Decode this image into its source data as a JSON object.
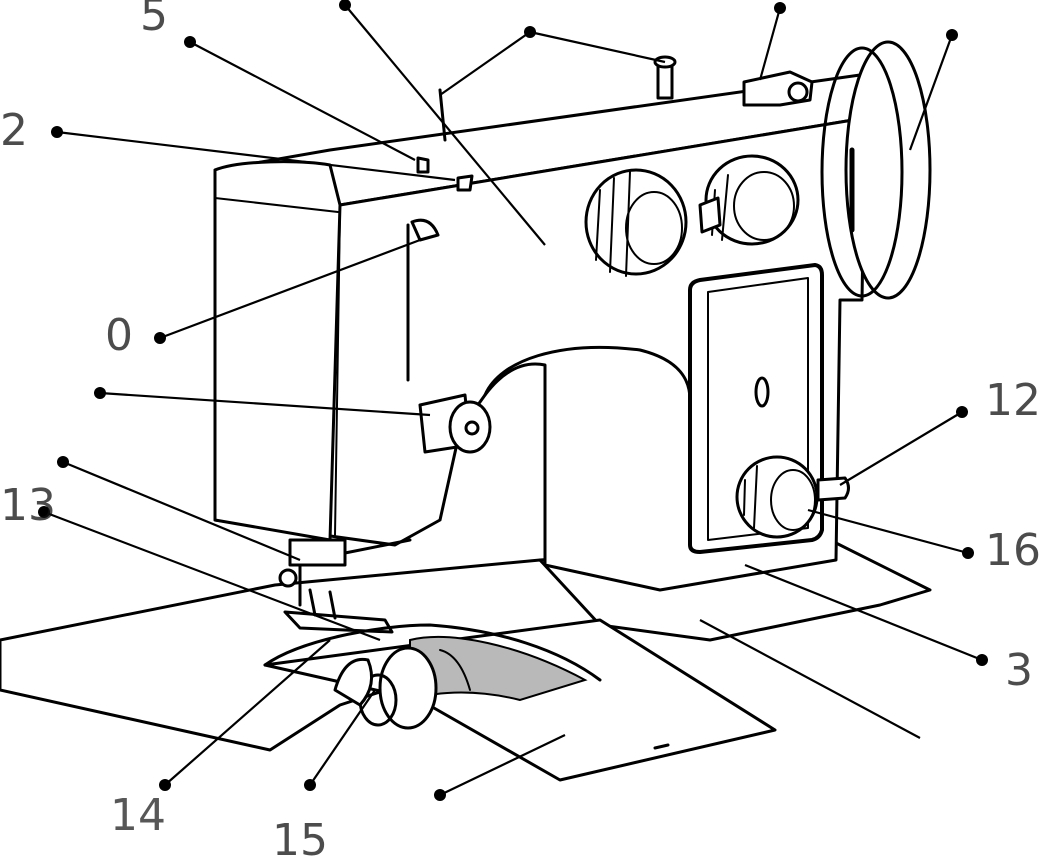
{
  "colors": {
    "ink": "#000000",
    "paper": "#ffffff",
    "shade": "#b9b9b9"
  },
  "labels": [
    {
      "id": "pointer-top-left-1",
      "text": "5"
    },
    {
      "id": "pointer-top-left-2",
      "text": ""
    },
    {
      "id": "pointer-thread-guide",
      "text": ""
    },
    {
      "id": "pointer-spool-pin",
      "text": ""
    },
    {
      "id": "pointer-bobbin-winder",
      "text": ""
    },
    {
      "id": "pointer-handwheel",
      "text": ""
    },
    {
      "id": "pointer-presser-lever",
      "text": "2"
    },
    {
      "id": "pointer-thread-takeup",
      "text": "0"
    },
    {
      "id": "pointer-tension-dial",
      "text": ""
    },
    {
      "id": "pointer-needle-bar",
      "text": ""
    },
    {
      "id": "pointer-presser-foot",
      "text": "13"
    },
    {
      "id": "pointer-handwheel-side",
      "text": ""
    },
    {
      "id": "pointer-reverse-lever",
      "text": "12"
    },
    {
      "id": "pointer-stitch-dial",
      "text": "16"
    },
    {
      "id": "pointer-base",
      "text": "3"
    },
    {
      "id": "pointer-bed-plate",
      "text": ""
    },
    {
      "id": "pointer-feed-dog",
      "text": "14"
    },
    {
      "id": "pointer-bobbin-case",
      "text": "15"
    },
    {
      "id": "pointer-slide-plate",
      "text": ""
    }
  ]
}
